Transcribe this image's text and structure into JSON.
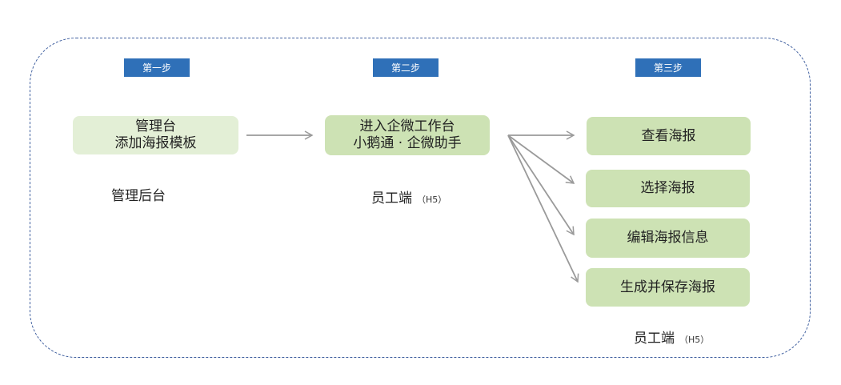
{
  "steps": [
    "第一步",
    "第二步",
    "第三步"
  ],
  "admin": {
    "line1": "管理台",
    "line2": "添加海报模板",
    "caption": "管理后台"
  },
  "workbench": {
    "line1": "进入企微工作台",
    "line2": "小鹅通 · 企微助手",
    "caption_main": "员工端",
    "caption_sub": "（H5）"
  },
  "actions": [
    "查看海报",
    "选择海报",
    "编辑海报信息",
    "生成并保存海报"
  ],
  "right_caption": {
    "main": "员工端",
    "sub": "（H5）"
  },
  "colors": {
    "step_bg": "#2f70b8",
    "box_light": "#e3efd6",
    "box_mid": "#cde2b4",
    "arrow": "#9a9a9a",
    "frame": "#3f5f9f"
  }
}
